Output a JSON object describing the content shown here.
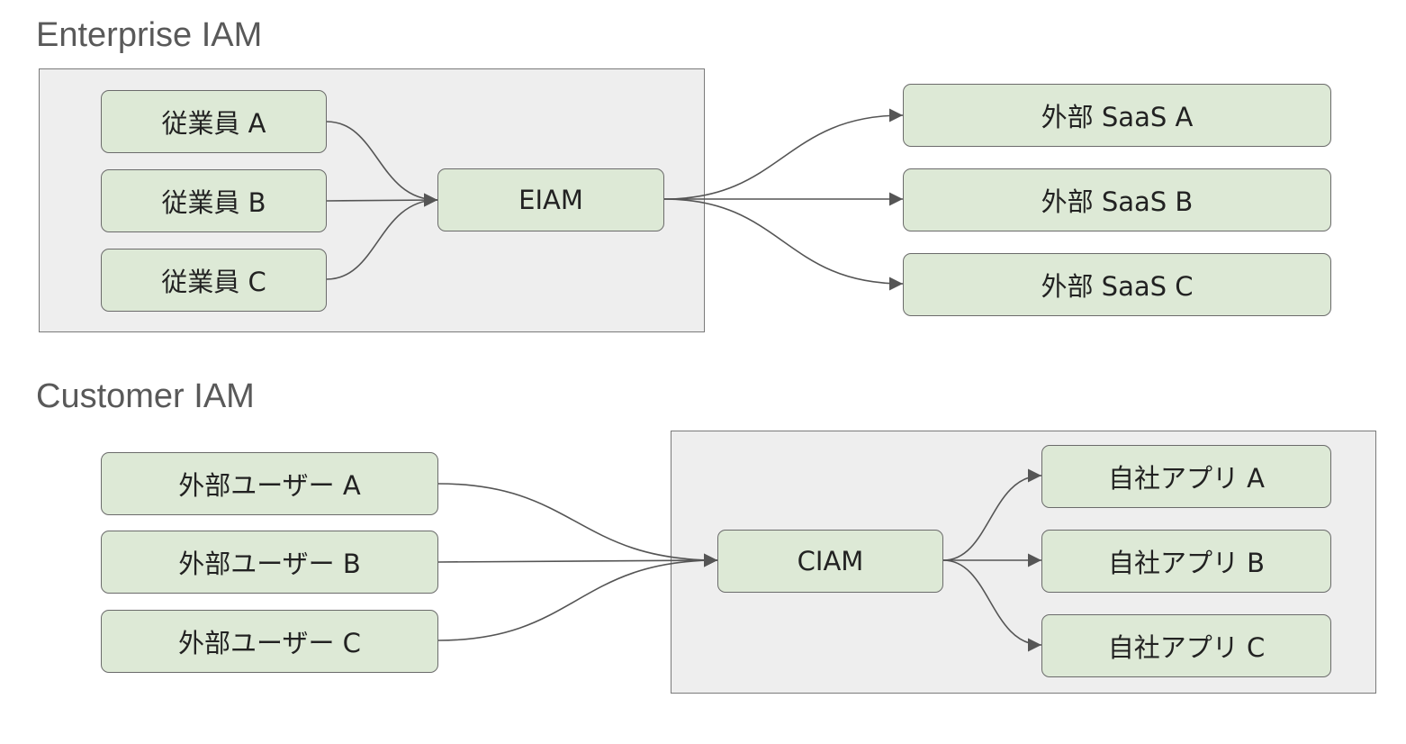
{
  "enterprise": {
    "title": "Enterprise IAM",
    "employees": [
      "従業員 A",
      "従業員 B",
      "従業員 C"
    ],
    "hub": "EIAM",
    "targets": [
      "外部 SaaS A",
      "外部 SaaS B",
      "外部 SaaS C"
    ]
  },
  "customer": {
    "title": "Customer IAM",
    "users": [
      "外部ユーザー A",
      "外部ユーザー B",
      "外部ユーザー C"
    ],
    "hub": "CIAM",
    "apps": [
      "自社アプリ A",
      "自社アプリ B",
      "自社アプリ C"
    ]
  },
  "colors": {
    "node_fill": "#dde9d6",
    "group_fill": "#eeeeee",
    "edge": "#555555",
    "title_text": "#595959"
  }
}
